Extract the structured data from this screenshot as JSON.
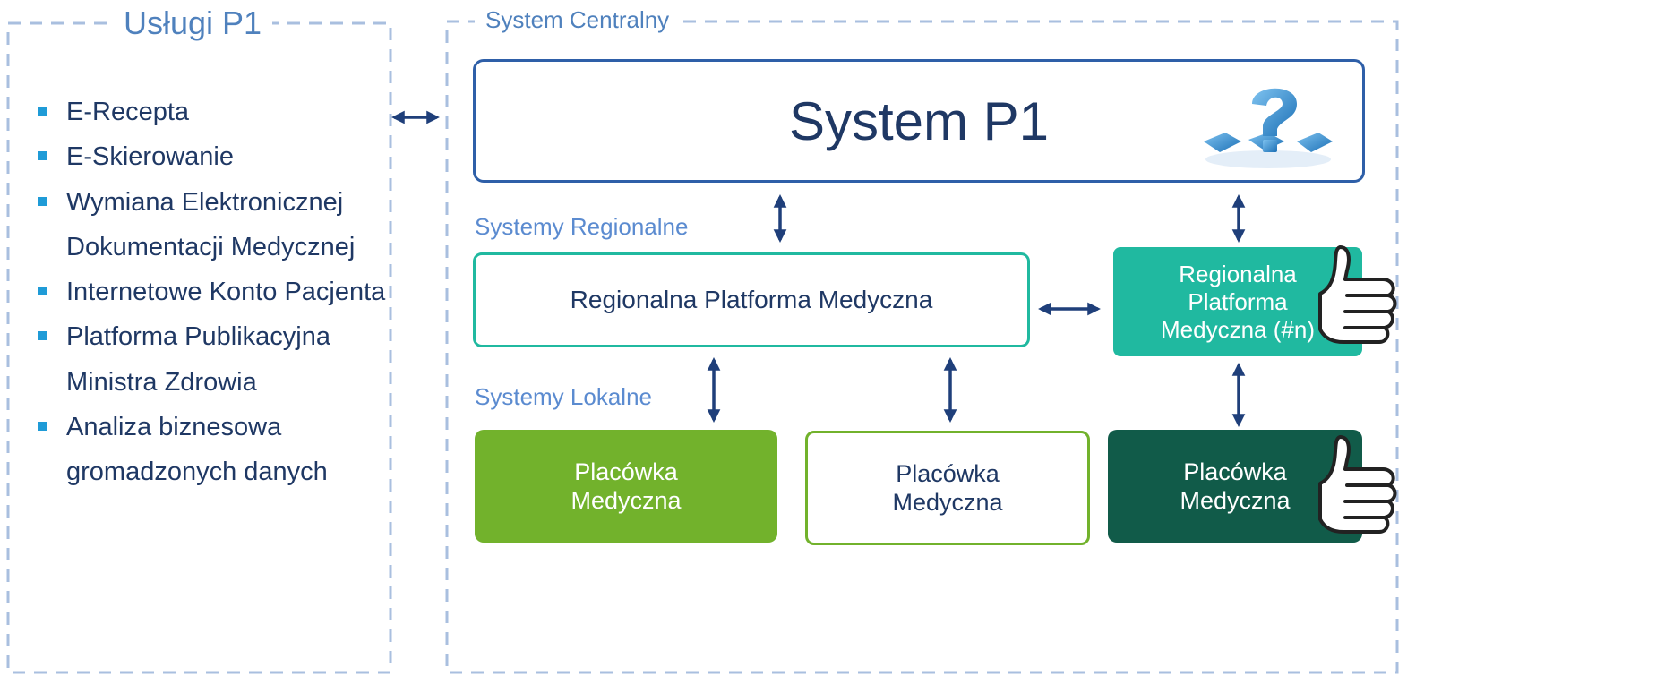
{
  "services_panel": {
    "title": "Usługi P1",
    "items": [
      {
        "line1": "E-Recepta",
        "line2": ""
      },
      {
        "line1": "E-Skierowanie",
        "line2": ""
      },
      {
        "line1": "Wymiana Elektronicznej",
        "line2": "Dokumentacji Medycznej"
      },
      {
        "line1": "Internetowe Konto Pacjenta",
        "line2": ""
      },
      {
        "line1": "Platforma Publikacyjna",
        "line2": "Ministra Zdrowia"
      },
      {
        "line1": "Analiza biznesowa",
        "line2": "gromadzonych danych"
      }
    ]
  },
  "central_panel": {
    "title": "System Centralny",
    "system_p1": "System P1",
    "regional_label": "Systemy Regionalne",
    "local_label": "Systemy Lokalne",
    "regional_platform": "Regionalna Platforma Medyczna",
    "regional_platform_n": {
      "line1": "Regionalna",
      "line2": "Platforma",
      "line3": "Medyczna (#n)"
    },
    "facilities": [
      {
        "line1": "Placówka",
        "line2": "Medyczna"
      },
      {
        "line1": "Placówka",
        "line2": "Medyczna"
      },
      {
        "line1": "Placówka",
        "line2": "Medyczna"
      }
    ]
  },
  "colors": {
    "dash_border": "#a9bfdf",
    "arrow": "#1f3f7a",
    "system_p1_border": "#2e5fa8",
    "teal": "#20b9a0",
    "green": "#72b22c",
    "dark_green": "#115b49",
    "dark_text": "#1f3864",
    "accent_text": "#4f81bd"
  },
  "icons": [
    "question-mark-blocks-icon",
    "thumbs-up-icon"
  ]
}
